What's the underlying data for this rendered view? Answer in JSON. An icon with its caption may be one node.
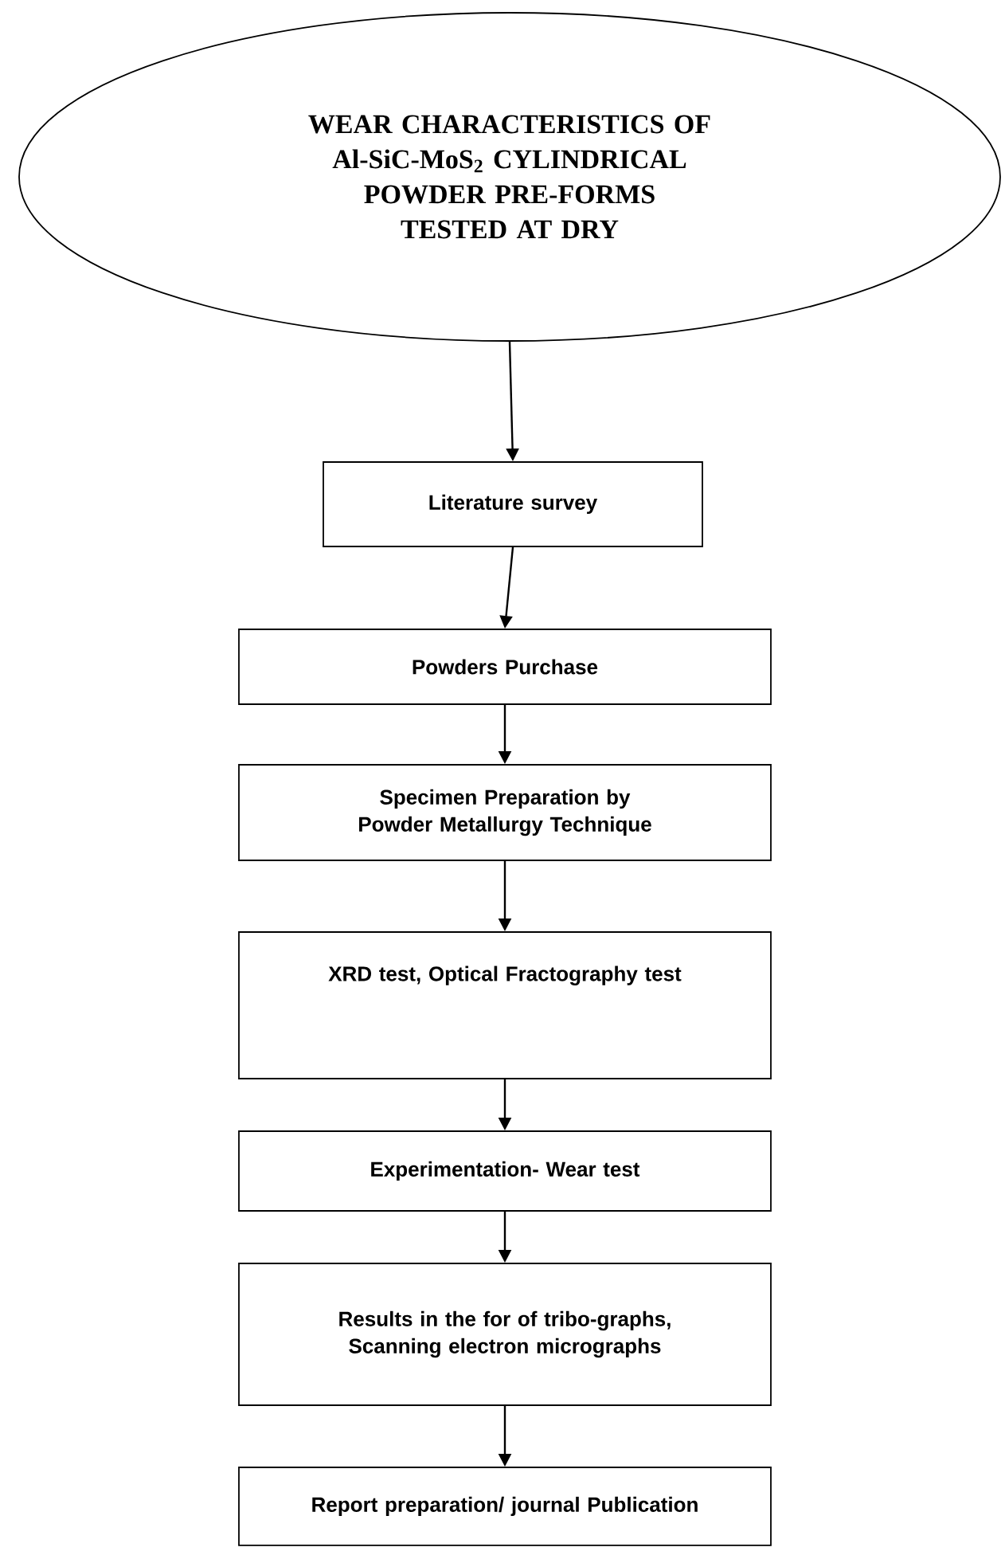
{
  "diagram": {
    "nodes": [
      {
        "text": [
          "WEAR CHARACTERISTICS OF Al-SiC-MoS$_{2}$ CYLINDRICAL POWDER PRE-FORMS TESTED AT DRY"
        ]
      },
      {
        "text": [
          "Literature survey"
        ]
      },
      {
        "text": [
          "Powders Purchase"
        ]
      },
      {
        "text": [
          "Specimen Preparation by Powder Metallurgy Technique"
        ]
      },
      {
        "text": [
          "XRD test, Optical Fractography test"
        ]
      },
      {
        "text": [
          "Experimentation- Wear test"
        ]
      },
      {
        "text": [
          "Results in the for of tribo-graphs, Scanning electron micrographs"
        ]
      },
      {
        "text": [
          "Report preparation/ journal Publication"
        ]
      }
    ],
    "edges": [
      {
        "from": 0,
        "to": 1,
        "arrow": "to"
      },
      {
        "from": 1,
        "to": 2,
        "arrow": "to"
      },
      {
        "from": 2,
        "to": 3,
        "arrow": "to"
      },
      {
        "from": 3,
        "to": 4,
        "arrow": "to"
      },
      {
        "from": 4,
        "to": 5,
        "arrow": "to"
      },
      {
        "from": 5,
        "to": 6,
        "arrow": "to"
      },
      {
        "from": 6,
        "to": 7,
        "arrow": "to"
      }
    ]
  }
}
